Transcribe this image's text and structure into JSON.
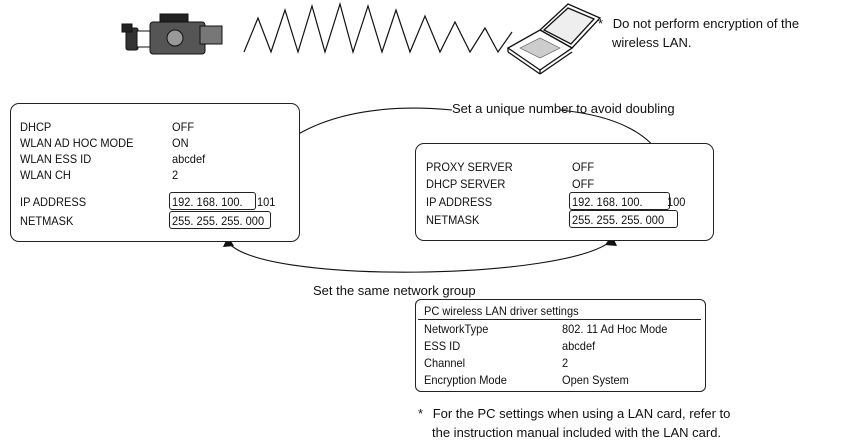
{
  "top": {
    "note_star": "*",
    "note_line1": "Do not perform encryption of the",
    "note_line2": "wireless LAN."
  },
  "camera_box": {
    "rows": [
      {
        "label": "DHCP",
        "value": "OFF"
      },
      {
        "label": "WLAN AD HOC MODE",
        "value": "ON"
      },
      {
        "label": "WLAN ESS ID",
        "value": "abcdef"
      },
      {
        "label": "WLAN CH",
        "value": "2"
      },
      {
        "label": "IP ADDRESS",
        "value": "192. 168. 100.",
        "value_tail": "101"
      },
      {
        "label": "NETMASK",
        "value": "255. 255. 255. 000"
      }
    ]
  },
  "pc_box": {
    "rows": [
      {
        "label": "PROXY SERVER",
        "value": "OFF"
      },
      {
        "label": "DHCP SERVER",
        "value": "OFF"
      },
      {
        "label": "IP ADDRESS",
        "value": "192. 168. 100.",
        "value_tail": "100"
      },
      {
        "label": "NETMASK",
        "value": "255. 255. 255. 000"
      }
    ]
  },
  "captions": {
    "unique": "Set a unique number to avoid doubling",
    "same_group": "Set the same network group"
  },
  "driver_box": {
    "title": "PC wireless LAN driver settings",
    "rows": [
      {
        "label": "NetworkType",
        "value": "802. 11 Ad Hoc Mode"
      },
      {
        "label": "ESS ID",
        "value": "abcdef"
      },
      {
        "label": "Channel",
        "value": "2"
      },
      {
        "label": "Encryption Mode",
        "value": "Open System"
      }
    ]
  },
  "bottom": {
    "note_star": "*",
    "note_line1": "For the PC settings when using a LAN card, refer to",
    "note_line2": "the instruction manual included with the LAN card."
  },
  "icons": [
    "camcorder-icon",
    "laptop-icon"
  ]
}
